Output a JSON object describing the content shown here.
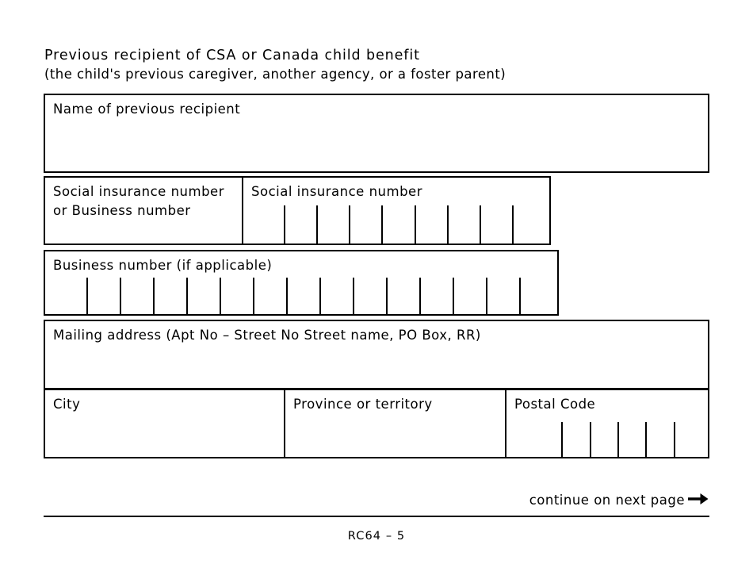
{
  "document": {
    "heading_line1": "Previous recipient of CSA or Canada child benefit",
    "heading_line2": "(the child's previous caregiver, another agency, or a foster parent)"
  },
  "fields": {
    "name_of_previous_recipient": {
      "label": "Name of previous recipient",
      "value": ""
    },
    "sin_or_bn_label": {
      "label": "Social insurance number or Business number"
    },
    "social_insurance_number": {
      "label": "Social insurance number",
      "cells": 9,
      "value": ""
    },
    "business_number": {
      "label": "Business number (if applicable)",
      "cells": 15,
      "value": ""
    },
    "mailing_address": {
      "label": "Mailing address (Apt No – Street No Street name, PO Box, RR)",
      "value": ""
    },
    "city": {
      "label": "City",
      "value": ""
    },
    "province_or_territory": {
      "label": "Province or territory",
      "value": ""
    },
    "postal_code": {
      "label": "Postal Code",
      "cells": 6,
      "value": ""
    }
  },
  "footer": {
    "continue_text": "continue on next page",
    "continue_arrow": "➔",
    "form_id": "RC64 – 5"
  },
  "colors": {
    "ink": "#000000",
    "paper": "#ffffff"
  }
}
